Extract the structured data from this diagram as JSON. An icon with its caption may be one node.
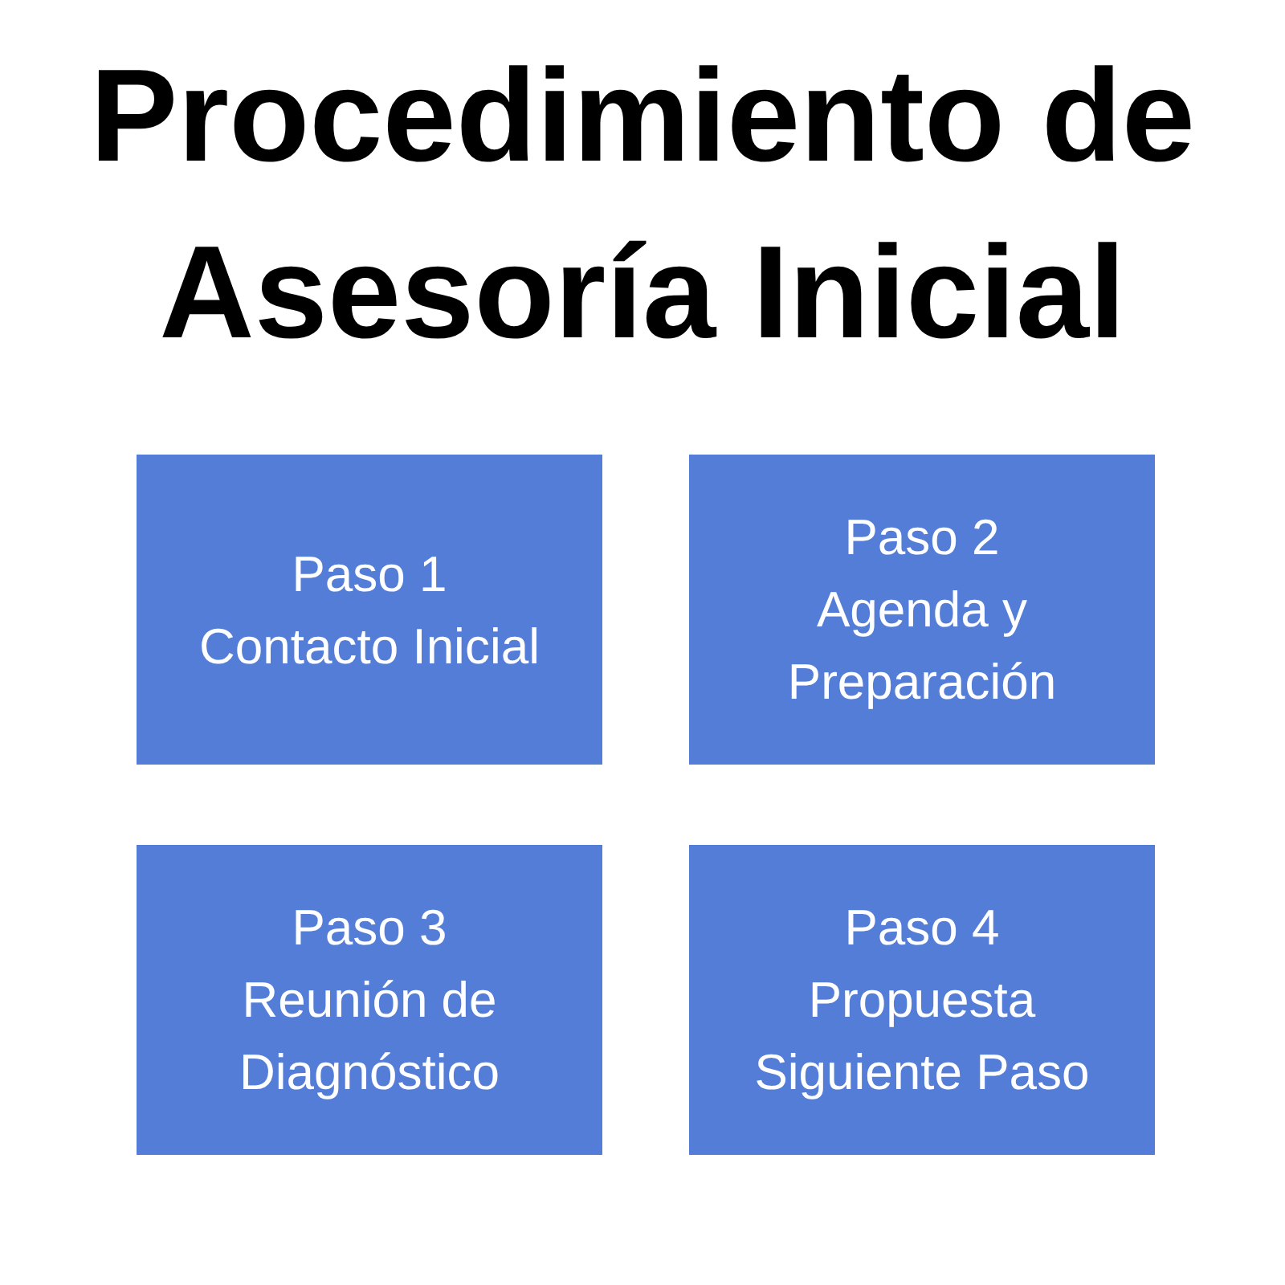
{
  "diagram": {
    "title": "Procedimiento de Asesoría Inicial",
    "nodes": [
      {
        "text": [
          "Paso 1",
          "Contacto Inicial"
        ]
      },
      {
        "text": [
          "Paso 2",
          "Agenda y Preparación"
        ]
      },
      {
        "text": [
          "Paso 3",
          "Reunión de Diagnóstico"
        ]
      },
      {
        "text": [
          "Paso 4",
          "Propuesta Siguiente Paso"
        ]
      }
    ]
  }
}
